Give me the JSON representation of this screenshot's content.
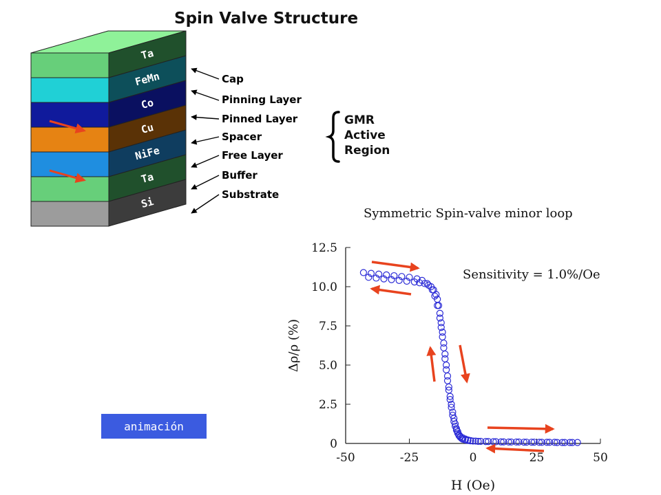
{
  "title": "Spin Valve Structure",
  "layers": [
    {
      "name": "Ta",
      "front": "#67cf7a",
      "side": "#20502c"
    },
    {
      "name": "FeMn",
      "front": "#20d0d6",
      "side": "#0d4f5a"
    },
    {
      "name": "Co",
      "front": "#101a9c",
      "side": "#0a1060"
    },
    {
      "name": "Cu",
      "front": "#e68313",
      "side": "#5a3206"
    },
    {
      "name": "NiFe",
      "front": "#1f8ee0",
      "side": "#0f3d5f"
    },
    {
      "name": "Ta",
      "front": "#67cf7a",
      "side": "#20502c"
    },
    {
      "name": "Si",
      "front": "#9c9c9c",
      "side": "#3c3c3c"
    }
  ],
  "top_color": "#8ff299",
  "labels": [
    {
      "text": "Cap",
      "color": "#46c25a"
    },
    {
      "text": "Pinning Layer",
      "color": "#20b9c4"
    },
    {
      "text": "Pinned Layer",
      "color": "#141c8a"
    },
    {
      "text": "Spacer",
      "color": "#e07d12"
    },
    {
      "text": "Free Layer",
      "color": "#2088d8"
    },
    {
      "text": "Buffer",
      "color": "#46c25a"
    },
    {
      "text": "Substrate",
      "color": "#8c8c8c"
    }
  ],
  "gmr_lines": [
    "GMR",
    "Active",
    "Region"
  ],
  "chart_data": {
    "type": "scatter",
    "title": "Symmetric Spin-valve minor loop",
    "xlabel": "H (Oe)",
    "ylabel": "Δρ/ρ (%)",
    "xlim": [
      -50,
      50
    ],
    "ylim": [
      0,
      12.5
    ],
    "xticks": [
      "-50",
      "-25",
      "0",
      "25",
      "50"
    ],
    "yticks": [
      "0",
      "2.5",
      "5.0",
      "7.5",
      "10.0",
      "12.5"
    ],
    "annotation": "Sensitivity = 1.0%/Oe",
    "series": [
      {
        "x": [
          -43,
          -40,
          -37,
          -34,
          -31,
          -28,
          -25,
          -22,
          -20,
          -18,
          -16,
          -15,
          -14,
          -13,
          -12.5,
          -12,
          -11.5,
          -11,
          -10.5,
          -10,
          -9.5,
          -9,
          -8.5,
          -8,
          -7.5,
          -7,
          -6.5,
          -6,
          -5.5,
          -5,
          -4.5,
          -4,
          -3,
          -2,
          -1,
          0,
          2,
          5,
          8,
          11,
          14,
          17,
          20,
          23,
          26,
          29,
          32,
          35,
          38,
          41
        ],
        "y": [
          10.9,
          10.85,
          10.8,
          10.75,
          10.7,
          10.65,
          10.6,
          10.5,
          10.4,
          10.2,
          9.8,
          9.4,
          8.8,
          8.0,
          7.4,
          6.8,
          6.1,
          5.4,
          4.7,
          4.0,
          3.4,
          2.8,
          2.3,
          1.8,
          1.4,
          1.1,
          0.85,
          0.65,
          0.5,
          0.4,
          0.32,
          0.27,
          0.22,
          0.19,
          0.17,
          0.15,
          0.13,
          0.12,
          0.11,
          0.1,
          0.09,
          0.09,
          0.08,
          0.08,
          0.07,
          0.07,
          0.07,
          0.06,
          0.06,
          0.06
        ]
      },
      {
        "x": [
          -41,
          -38,
          -35,
          -32,
          -29,
          -26,
          -23,
          -21,
          -19,
          -17.5,
          -16.5,
          -15.5,
          -14.5,
          -14,
          -13.5,
          -13,
          -12.5,
          -12,
          -11.5,
          -11,
          -10.5,
          -10,
          -9.5,
          -9,
          -8.5,
          -8,
          -7.5,
          -7,
          -6.5,
          -6,
          -5.5,
          -5,
          -4,
          -3,
          -2,
          -1,
          1,
          3,
          6,
          9,
          12,
          15,
          18,
          21,
          24,
          27,
          30,
          33,
          36,
          39
        ],
        "y": [
          10.6,
          10.55,
          10.5,
          10.45,
          10.4,
          10.35,
          10.3,
          10.25,
          10.2,
          10.1,
          10.0,
          9.8,
          9.5,
          9.2,
          8.8,
          8.3,
          7.7,
          7.1,
          6.4,
          5.7,
          5.0,
          4.3,
          3.6,
          3.0,
          2.5,
          2.0,
          1.6,
          1.25,
          0.95,
          0.75,
          0.55,
          0.45,
          0.35,
          0.28,
          0.22,
          0.18,
          0.15,
          0.13,
          0.12,
          0.11,
          0.1,
          0.09,
          0.09,
          0.08,
          0.08,
          0.07,
          0.07,
          0.06,
          0.06,
          0.06
        ]
      }
    ]
  },
  "button_label": "animación",
  "colors": {
    "arrow": "#e8431e",
    "marker": "#2b2bd6",
    "button": "#3b5be0"
  }
}
